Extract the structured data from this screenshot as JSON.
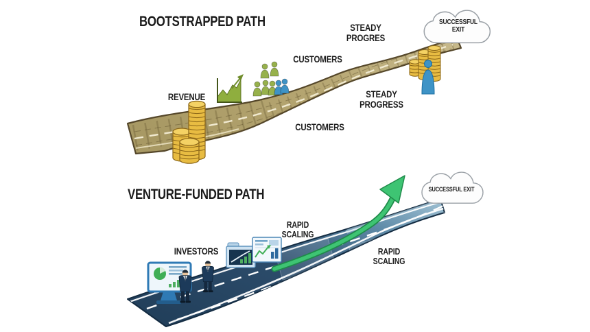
{
  "bootstrapped": {
    "title": "BOOTSTRAPPED PATH",
    "labels": {
      "revenue": "REVENUE",
      "customers_1": "CUSTOMERS",
      "customers_2": "CUSTOMERS",
      "progress_1_line1": "STEADY",
      "progress_1_line2": "PROGRES",
      "progress_2_line1": "STEADY",
      "progress_2_line2": "PROGRESS",
      "exit_line1": "SUCCESSFUL",
      "exit_line2": "EXIT"
    },
    "icons": [
      "coin-stacks-icon",
      "growth-chart-icon",
      "customers-group-icon",
      "exit-coins-icon",
      "exit-person-icon",
      "successful-exit-cloud"
    ]
  },
  "venture": {
    "title": "VENTURE-FUNDED PATH",
    "labels": {
      "investors": "INVESTORS",
      "scaling_1_line1": "RAPID",
      "scaling_1_line2": "SCALING",
      "scaling_2_line1": "RAPID",
      "scaling_2_line2": "SCALING",
      "exit": "SUCCESSFUL EXIT"
    },
    "icons": [
      "dashboard-monitor-icon",
      "investor-figure-icon",
      "chart-folder-icon",
      "report-card-icon",
      "growth-arrow-icon",
      "successful-exit-cloud"
    ]
  },
  "colors": {
    "background": "#ffffff",
    "text": "#1d1d1d",
    "road_bootstrapped": "#b3a26a",
    "road_bootstrapped_edge": "#55472a",
    "road_center_line": "#f0e9cf",
    "coin_gold": "#e8bc42",
    "coin_edge": "#8a6517",
    "chart_green": "#8fae3e",
    "people_green": "#97b14c",
    "people_blue": "#3e93c6",
    "road_venture_dark": "#24415c",
    "road_venture_light": "#9dbfd4",
    "lane_line": "#ffffff",
    "arrow_green": "#3ec473",
    "suit_navy": "#1c3a5a",
    "cloud_fill": "#fdfdfd",
    "cloud_stroke": "#9aa0a6",
    "monitor_blue": "#2f7ab5"
  }
}
